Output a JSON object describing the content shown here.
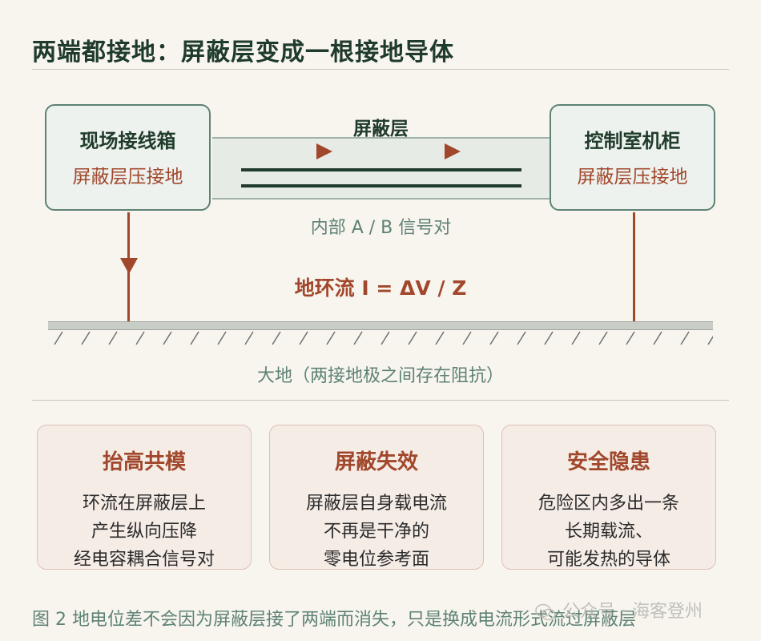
{
  "title": "两端都接地：屏蔽层变成一根接地导体",
  "left_box": {
    "name": "现场接线箱",
    "sub": "屏蔽层压接地"
  },
  "right_box": {
    "name": "控制室机柜",
    "sub": "屏蔽层压接地"
  },
  "shield_label": "屏蔽层",
  "pair_label": "内部 A / B 信号对",
  "loop_label": "地环流  I = ΔV / Z",
  "ground_label": "大地（两接地极之间存在阻抗）",
  "cards": [
    {
      "title": "抬高共模",
      "lines": [
        "环流在屏蔽层上",
        "产生纵向压降",
        "经电容耦合信号对"
      ]
    },
    {
      "title": "屏蔽失效",
      "lines": [
        "屏蔽层自身载电流",
        "不再是干净的",
        "零电位参考面"
      ]
    },
    {
      "title": "安全隐患",
      "lines": [
        "危险区内多出一条",
        "长期载流、",
        "可能发热的导体"
      ]
    }
  ],
  "caption": "图 2  地电位差不会因为屏蔽层接了两端而消失，只是换成电流形式流过屏蔽层",
  "watermark": "公众号 · 海客登州",
  "colors": {
    "dark_green": "#1f3b2b",
    "accent_red": "#a1472c",
    "muted_green": "#5e8276",
    "background": "#f8f5ee"
  }
}
